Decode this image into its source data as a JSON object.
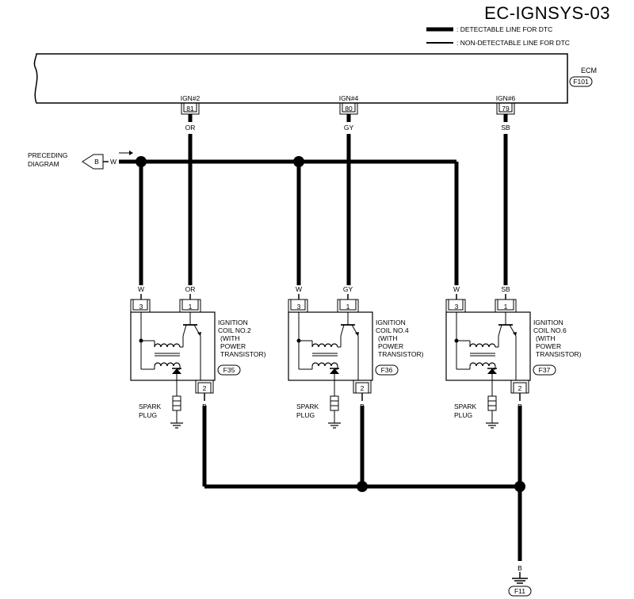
{
  "page": {
    "title": "EC-IGNSYS-03"
  },
  "legend": {
    "detectable": ": DETECTABLE LINE FOR DTC",
    "non_detectable": ": NON-DETECTABLE LINE FOR DTC"
  },
  "ecm": {
    "label": "ECM",
    "connector": "F101"
  },
  "ecm_terminals": [
    {
      "name": "IGN#2",
      "pin": "81",
      "wire": "OR"
    },
    {
      "name": "IGN#4",
      "pin": "80",
      "wire": "GY"
    },
    {
      "name": "IGN#6",
      "pin": "79",
      "wire": "SB"
    }
  ],
  "preceding": {
    "line1": "PRECEDING",
    "line2": "DIAGRAM",
    "connector": "B",
    "wire": "W"
  },
  "coils": [
    {
      "title_lines": [
        "IGNITION",
        "COIL NO.2",
        "(WITH",
        "POWER",
        "TRANSISTOR)"
      ],
      "connector": "F35",
      "pin3": "3",
      "pin1": "1",
      "pin2": "2",
      "wire_w": "W",
      "wire_sig": "OR",
      "wire_gnd": "B",
      "spark": [
        "SPARK",
        "PLUG"
      ]
    },
    {
      "title_lines": [
        "IGNITION",
        "COIL NO.4",
        "(WITH",
        "POWER",
        "TRANSISTOR)"
      ],
      "connector": "F36",
      "pin3": "3",
      "pin1": "1",
      "pin2": "2",
      "wire_w": "W",
      "wire_sig": "GY",
      "wire_gnd": "B",
      "spark": [
        "SPARK",
        "PLUG"
      ]
    },
    {
      "title_lines": [
        "IGNITION",
        "COIL NO.6",
        "(WITH",
        "POWER",
        "TRANSISTOR)"
      ],
      "connector": "F37",
      "pin3": "3",
      "pin1": "1",
      "pin2": "2",
      "wire_w": "W",
      "wire_sig": "SB",
      "wire_gnd": "B",
      "spark": [
        "SPARK",
        "PLUG"
      ]
    }
  ],
  "ground": {
    "wire": "B",
    "connector": "F11"
  }
}
